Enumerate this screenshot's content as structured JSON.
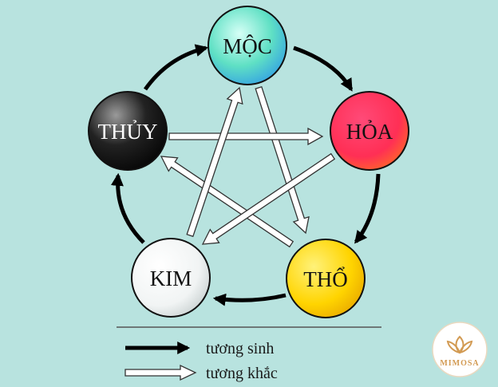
{
  "nodes": {
    "moc": {
      "label": "MỘC",
      "text_color": "#111111"
    },
    "hoa": {
      "label": "HỎA",
      "text_color": "#111111"
    },
    "tho": {
      "label": "THỔ",
      "text_color": "#111111"
    },
    "kim": {
      "label": "KIM",
      "text_color": "#111111"
    },
    "thuy": {
      "label": "THỦY",
      "text_color": "#ffffff"
    }
  },
  "colors": {
    "background": "#b8e3df",
    "moc": "#4fd3c9",
    "hoa": "#ff2f63",
    "tho": "#ffcf00",
    "kim": "#ffffff",
    "thuy": "#000000",
    "sinh_arrow": "#000000",
    "khac_arrow": "#ffffff",
    "brand": "#d29a52"
  },
  "legend": {
    "sinh_label": "tương sinh",
    "khac_label": "tương khắc"
  },
  "brand": {
    "name": "MIMOSA",
    "icon": "lotus-icon"
  }
}
